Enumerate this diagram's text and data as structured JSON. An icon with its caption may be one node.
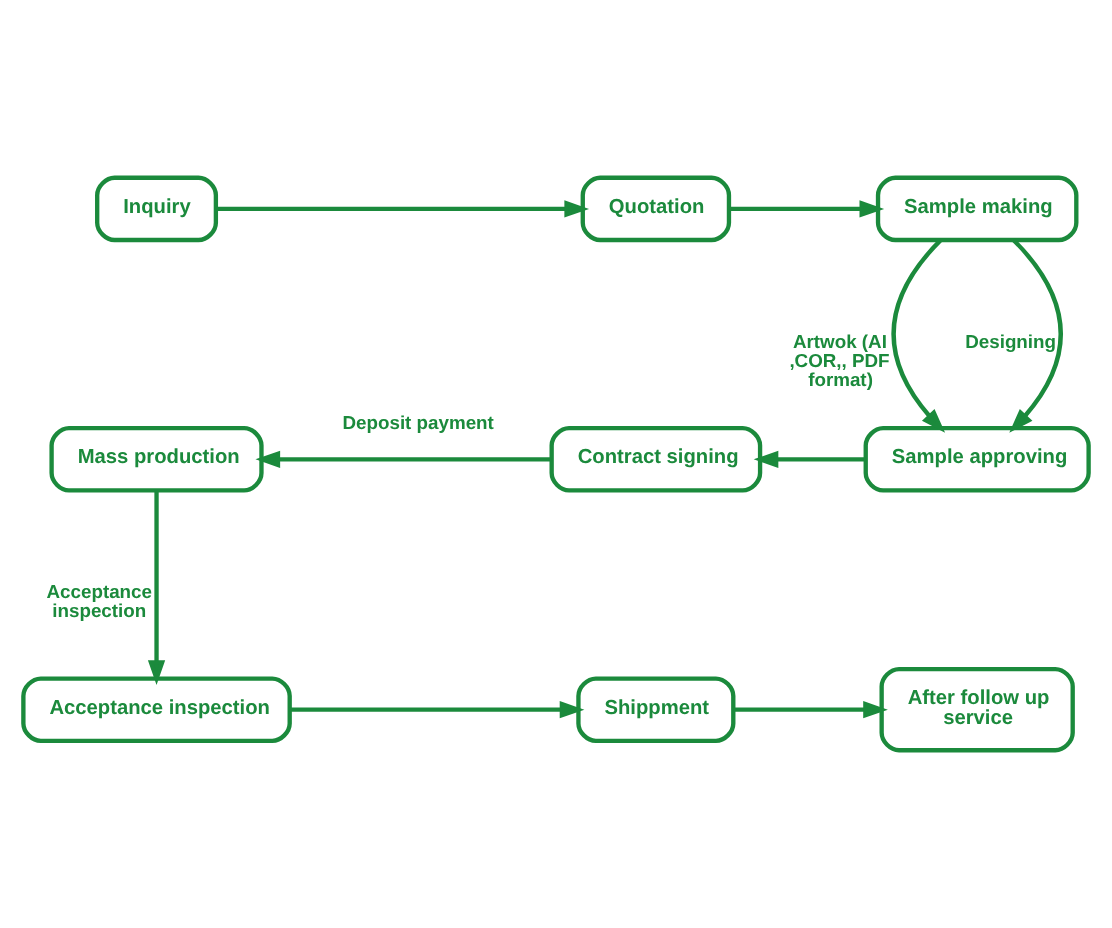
{
  "diagram": {
    "nodes": [
      {
        "text": [
          "Inquiry"
        ]
      },
      {
        "text": [
          "Quotation"
        ]
      },
      {
        "text": [
          "Sample making"
        ]
      },
      {
        "text": [
          "Sample approving"
        ]
      },
      {
        "text": [
          "Contract signing"
        ]
      },
      {
        "text": [
          "Mass production"
        ]
      },
      {
        "text": [
          "Acceptance inspection"
        ]
      },
      {
        "text": [
          "Shippment"
        ]
      },
      {
        "text": [
          "After follow up service"
        ]
      }
    ],
    "edges": [
      {
        "from": 0,
        "to": 1,
        "arrow": "to"
      },
      {
        "from": 1,
        "to": 2,
        "arrow": "to"
      },
      {
        "from": 2,
        "to": 3,
        "arrow": "to",
        "label": "Designing"
      },
      {
        "from": 2,
        "to": 3,
        "arrow": "to",
        "label": "Artwok (AI ,COR,, PDF format)"
      },
      {
        "from": 3,
        "to": 4,
        "arrow": "to"
      },
      {
        "from": 4,
        "to": 5,
        "arrow": "to",
        "label": "Deposit payment"
      },
      {
        "from": 5,
        "to": 6,
        "arrow": "to",
        "label": "Acceptance inspection"
      },
      {
        "from": 6,
        "to": 7,
        "arrow": "to"
      },
      {
        "from": 7,
        "to": 8,
        "arrow": "to"
      }
    ]
  }
}
